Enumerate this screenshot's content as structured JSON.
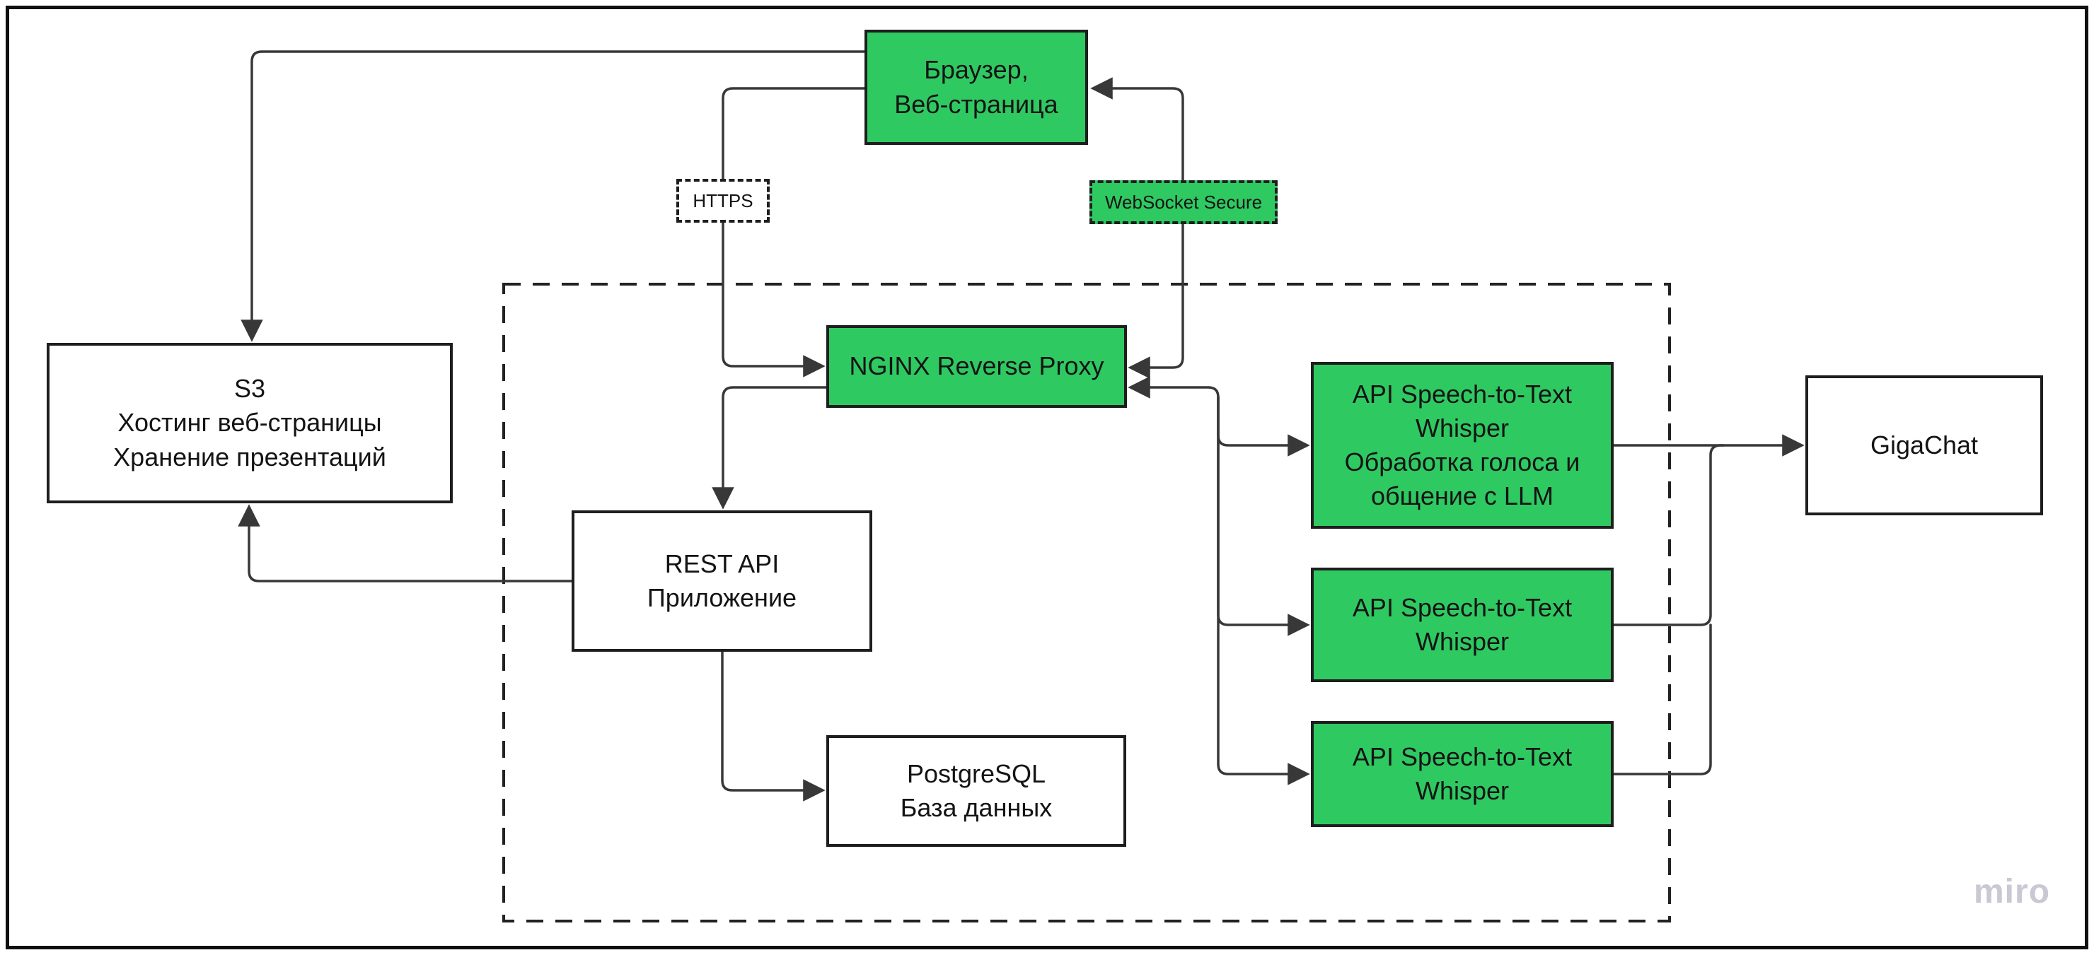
{
  "diagram_title": "",
  "watermark": "miro",
  "colors": {
    "node_green": "#2FC962",
    "node_white": "#FFFFFF",
    "node_border": "#1E1E1E",
    "connector": "#383838",
    "boundary_dash": "#222222",
    "watermark_gray": "#C9C8D4",
    "background": "#FFFFFF"
  },
  "nodes": {
    "browser": {
      "label": [
        "Браузер,",
        "Веб-страница"
      ]
    },
    "https": {
      "label": [
        "HTTPS"
      ]
    },
    "websocket": {
      "label": [
        "WebSocket Secure"
      ]
    },
    "nginx": {
      "label": [
        "NGINX Reverse Proxy"
      ]
    },
    "s3": {
      "label": [
        "S3",
        "Хостинг веб-страницы",
        "Хранение презентаций"
      ]
    },
    "rest": {
      "label": [
        "REST API",
        "Приложение"
      ]
    },
    "postgres": {
      "label": [
        "PostgreSQL",
        "База данных"
      ]
    },
    "stt1": {
      "label": [
        "API Speech-to-Text",
        "Whisper",
        "Обработка голоса и",
        "общение с LLM"
      ]
    },
    "stt2": {
      "label": [
        "API Speech-to-Text",
        "Whisper"
      ]
    },
    "stt3": {
      "label": [
        "API Speech-to-Text",
        "Whisper"
      ]
    },
    "gigachat": {
      "label": [
        "GigaChat"
      ]
    }
  },
  "edges": [
    {
      "from": "browser",
      "to": "s3"
    },
    {
      "from": "browser",
      "to": "nginx",
      "label": "HTTPS"
    },
    {
      "from": "nginx",
      "to": "browser",
      "label": "WebSocket Secure",
      "bidirectional": true
    },
    {
      "from": "nginx",
      "to": "rest"
    },
    {
      "from": "rest",
      "to": "s3"
    },
    {
      "from": "rest",
      "to": "postgres"
    },
    {
      "from": "nginx",
      "to": "stt1",
      "bidirectional": true
    },
    {
      "from": "nginx",
      "to": "stt2"
    },
    {
      "from": "nginx",
      "to": "stt3"
    },
    {
      "from": "stt1",
      "to": "gigachat"
    },
    {
      "from": "stt2",
      "to": "gigachat"
    },
    {
      "from": "stt3",
      "to": "gigachat"
    }
  ]
}
